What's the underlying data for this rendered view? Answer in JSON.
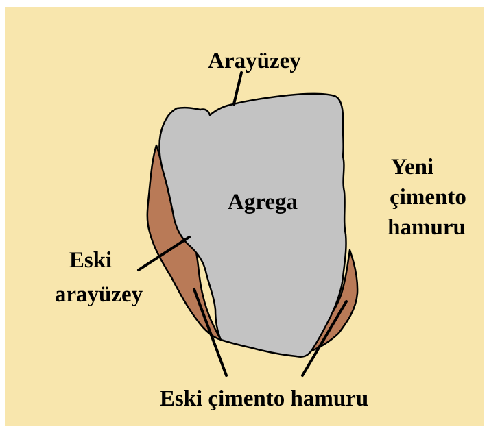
{
  "labels": {
    "interface": "Arayüzey",
    "aggregate": "Agrega",
    "new_paste_line1": "Yeni",
    "new_paste_line2": "çimento",
    "new_paste_line3": "hamuru",
    "old_interface_line1": "Eski",
    "old_interface_line2": "arayüzey",
    "old_paste": "Eski çimento hamuru"
  },
  "colors": {
    "background": "#f8e6ad",
    "aggregate": "#c3c3c3",
    "old_paste": "#b97a57",
    "outline": "#000000"
  }
}
